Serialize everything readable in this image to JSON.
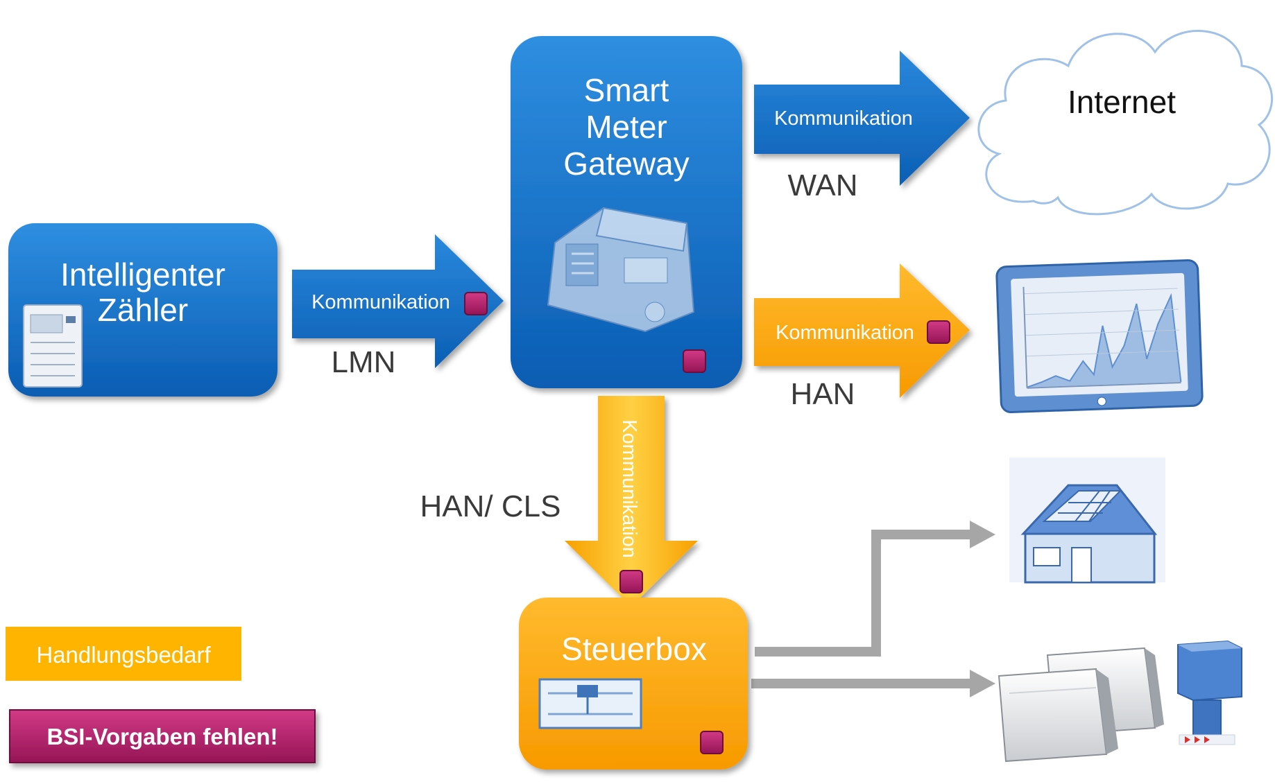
{
  "nodes": {
    "meter": {
      "line1": "Intelligenter",
      "line2": "Zähler"
    },
    "gateway": {
      "line1": "Smart",
      "line2": "Meter",
      "line3": "Gateway"
    },
    "internet": {
      "label": "Internet"
    },
    "steuerbox": {
      "label": "Steuerbox"
    }
  },
  "arrows": {
    "lmn": {
      "label": "Kommunikation",
      "caption": "LMN",
      "status": "needs-bsi"
    },
    "wan": {
      "label": "Kommunikation",
      "caption": "WAN"
    },
    "han": {
      "label": "Kommunikation",
      "caption": "HAN",
      "status": "action-needed"
    },
    "han_cls": {
      "label": "Kommunikation",
      "caption": "HAN/ CLS",
      "status": "action-needed"
    }
  },
  "legend": {
    "action_needed": "Handlungsbedarf",
    "bsi_missing": "BSI-Vorgaben fehlen!"
  },
  "icons": [
    "electricity-meter-icon",
    "gateway-device-icon",
    "tablet-chart-icon",
    "solar-house-icon",
    "storage-heater-icon",
    "heat-pump-icon",
    "control-unit-icon",
    "cloud-icon"
  ],
  "colors": {
    "blue": "#0f6fc6",
    "orange": "#ffa600",
    "bsi_marker": "#b0206a",
    "connector_grey": "#a6a6a6"
  }
}
